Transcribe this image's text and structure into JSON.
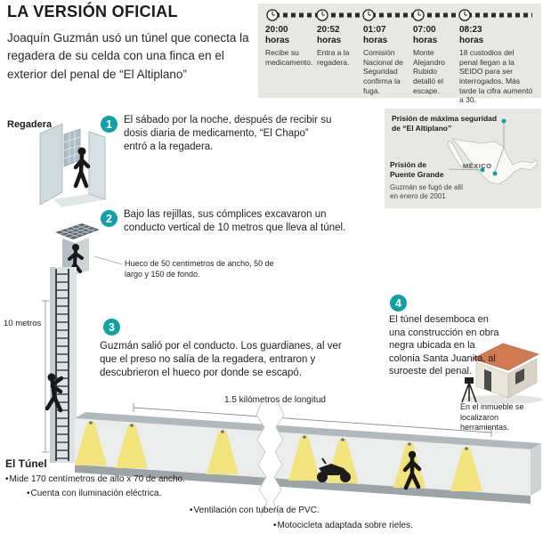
{
  "accent_color": "#12a0a6",
  "header": {
    "title": "LA VERSIÓN OFICIAL",
    "intro": "Joaquín Guzmán usó un túnel que conecta la regadera de su celda con una finca en el exterior del penal de “El Altiplano”"
  },
  "timeline": {
    "events": [
      {
        "time": "20:00\nhoras",
        "desc": "Recibe su medicamento."
      },
      {
        "time": "20:52\nhoras",
        "desc": "Entra a la regadera."
      },
      {
        "time": "01:07\nhoras",
        "desc": "Comisión Nacional de Seguridad confirma la fuga."
      },
      {
        "time": "07:00\nhoras",
        "desc": "Monte Alejandro Rubido detalló el escape."
      },
      {
        "time": "08:23\nhoras",
        "desc": "18 custodios del penal llegan a la SEIDO para ser interrogados. Más tarde la cifra aumentó a 30."
      }
    ]
  },
  "map": {
    "altiplano_label": "Prisión de máxima seguridad de “El Altiplano”",
    "country_label": "MÉXICO",
    "puente_label": "Prisión de Puente Grande",
    "puente_note": "Guzmán se fugó de allí en enero de 2001"
  },
  "labels": {
    "regadera": "Regadera",
    "depth": "10 metros",
    "tunnel_length": "1.5 kilómetros de longitud",
    "hueco_note": "Hueco de 50 centímetros de ancho, 50 de largo y 150 de fondo.",
    "house_note": "En el inmueble se localizaron herramientas."
  },
  "steps": [
    {
      "num": "1",
      "text": "El sábado por la noche, después de recibir su dosis diaria de medicamento, “El Chapo” entró a la regadera."
    },
    {
      "num": "2",
      "text": "Bajo las rejillas, sus cómplices excavaron un conducto vertical de 10 metros que lleva al túnel."
    },
    {
      "num": "3",
      "text": "Guzmán salió por el conducto. Los guardianes, al ver que el preso no salía de la regadera, entraron y descubrieron el hueco por donde se escapó."
    },
    {
      "num": "4",
      "text": "El túnel desemboca en una construcción en obra negra ubicada en la colonia Santa Juanita, al suroeste del penal."
    }
  ],
  "tunnel": {
    "title": "El Túnel",
    "facts": [
      "Mide 170 centímetros de alto x 70 de ancho.",
      "Cuenta con iluminación eléctrica.",
      "Ventilación con tubería de PVC.",
      "Motocicleta adaptada sobre rieles."
    ]
  }
}
